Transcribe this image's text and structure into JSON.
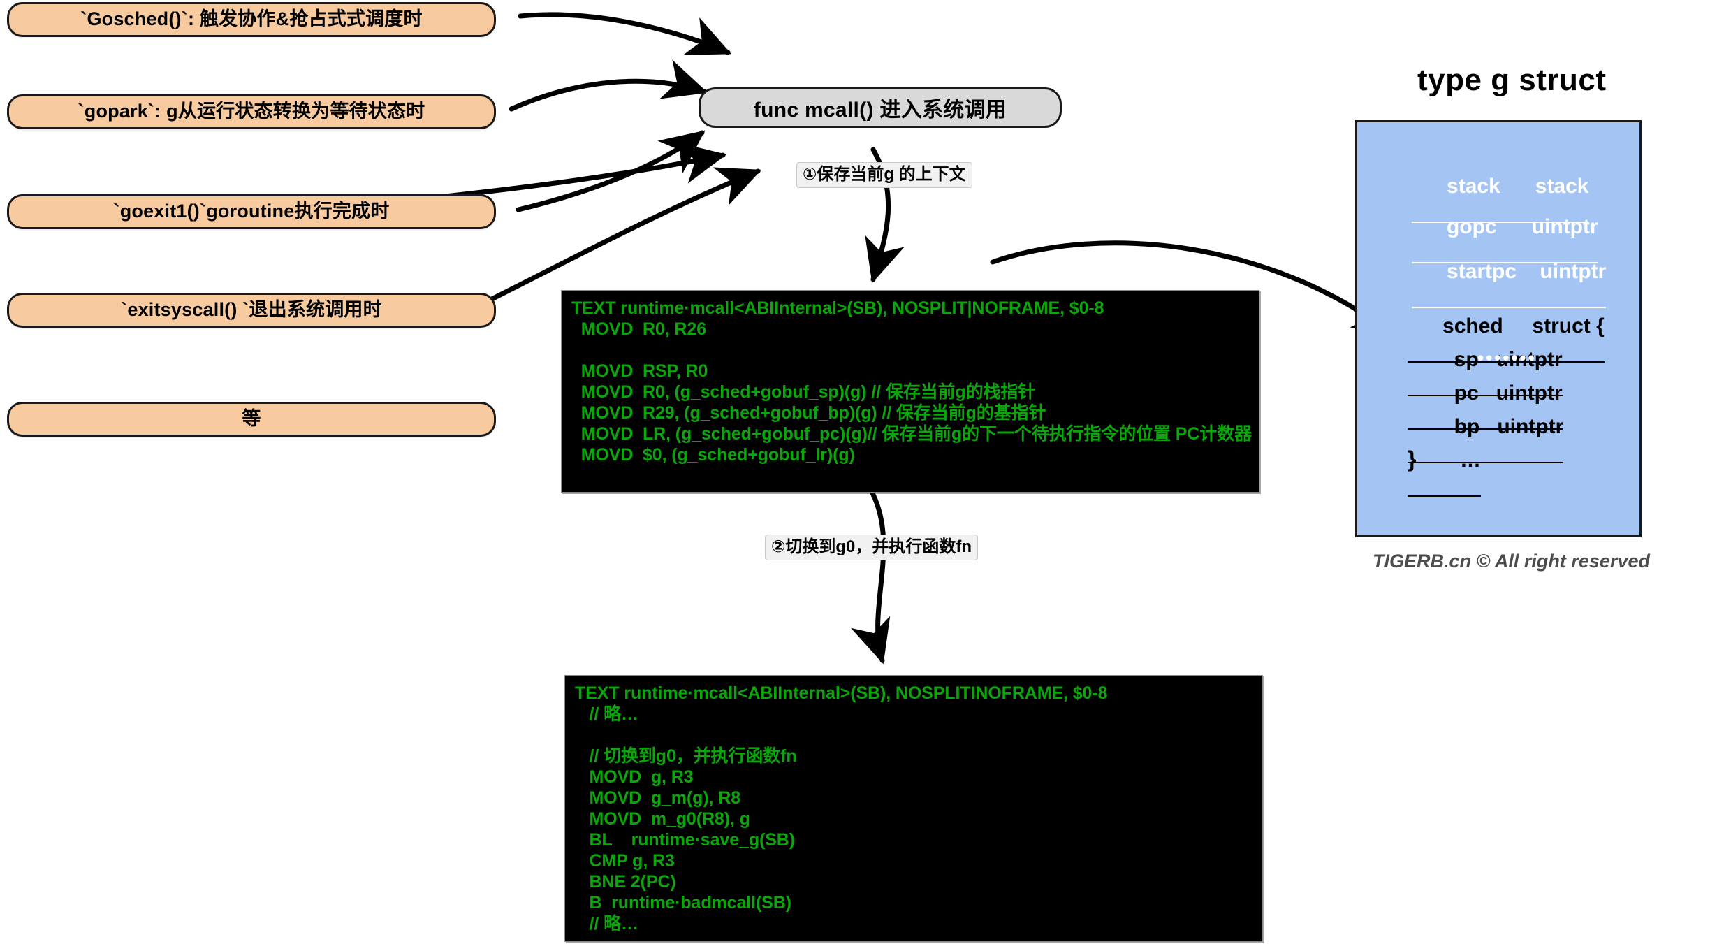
{
  "triggers": [
    {
      "label": "`Gosched()`: 触发协作&抢占式式调度时"
    },
    {
      "label": "`gopark`: g从运行状态转换为等待状态时"
    },
    {
      "label": "`goexit1()`goroutine执行完成时"
    },
    {
      "label": "`exitsyscall() `退出系统调用时"
    },
    {
      "label": "等"
    }
  ],
  "mcall": {
    "label": "func mcall()  进入系统调用"
  },
  "steps": {
    "step1": "①保存当前g 的上下文",
    "step2": "②切换到g0，并执行函数fn"
  },
  "code_blocks": [
    {
      "name": "save-context-asm",
      "lines": [
        "TEXT runtime·mcall<ABIInternal>(SB), NOSPLIT|NOFRAME, $0-8",
        "  MOVD  R0, R26",
        "",
        "  MOVD  RSP, R0",
        "  MOVD  R0, (g_sched+gobuf_sp)(g) // 保存当前g的栈指针",
        "  MOVD  R29, (g_sched+gobuf_bp)(g) // 保存当前g的基指针",
        "  MOVD  LR, (g_sched+gobuf_pc)(g)// 保存当前g的下一个待执行指令的位置 PC计数器",
        "  MOVD  $0, (g_sched+gobuf_lr)(g)"
      ]
    },
    {
      "name": "switch-g0-asm",
      "lines": [
        "TEXT runtime·mcall<ABIInternal>(SB), NOSPLITINOFRAME, $0-8",
        "   // 略…",
        "",
        "   // 切换到g0，并执行函数fn",
        "   MOVD  g, R3",
        "   MOVD  g_m(g), R8",
        "   MOVD  m_g0(R8), g",
        "   BL    runtime·save_g(SB)",
        "   CMP g, R3",
        "   BNE 2(PC)",
        "   B  runtime·badmcall(SB)",
        "   // 略…"
      ]
    }
  ],
  "struct_panel": {
    "title": "type g struct",
    "fields_white": [
      "stack      stack",
      "gopc      uintptr",
      "startpc    uintptr"
    ],
    "fields_black": [
      "sched     struct {",
      "  sp   uintptr",
      "  pc   uintptr",
      "  bp   uintptr",
      "   …"
    ],
    "closing_brace": "}",
    "trailing_dots": "•••••••"
  },
  "credit": "TIGERB.cn © All right reserved",
  "colors": {
    "pill_fill": "#f7cb9f",
    "node_fill": "#d9d9d9",
    "struct_fill": "#a4c5f4",
    "terminal_bg": "#000000",
    "terminal_text": "#0ba60b",
    "stroke": "#1a1a1a"
  }
}
